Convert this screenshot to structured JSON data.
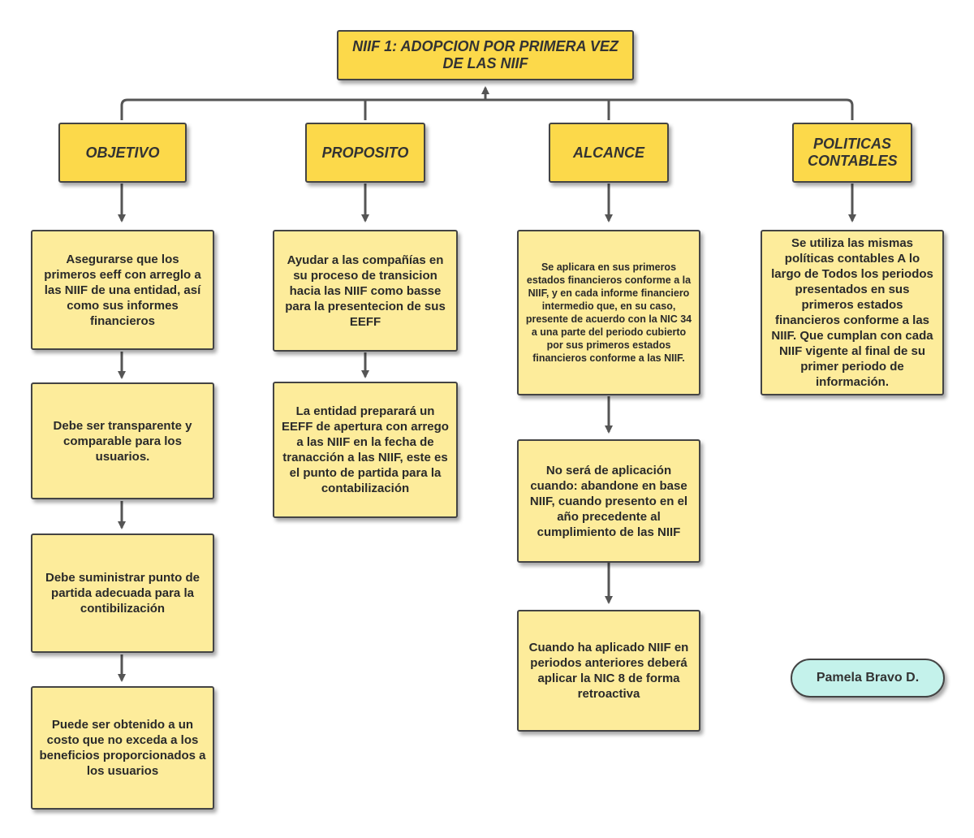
{
  "title": "NIIF 1: ADOPCION POR PRIMERA VEZ DE LAS NIIF",
  "columns": [
    {
      "heading": "OBJETIVO",
      "items": [
        "Asegurarse que los primeros eeff con arreglo a las NIIF de una entidad, así como sus informes financieros",
        "Debe ser transparente y comparable para los usuarios.",
        "Debe suministrar punto de partida adecuada para la contibilización",
        "Puede ser obtenido a un costo que no exceda a los beneficios proporcionados a los usuarios"
      ]
    },
    {
      "heading": "PROPOSITO",
      "items": [
        "Ayudar a las compañías en su proceso de transicion hacia las NIIF como basse para la presentecion de sus EEFF",
        "La entidad preparará un EEFF de apertura con arrego a las NIIF en la fecha de tranacción a las NIIF, este es el punto de partida para la contabilización"
      ]
    },
    {
      "heading": "ALCANCE",
      "items": [
        "Se aplicara en sus primeros estados financieros conforme a la NIIF, y en cada informe financiero intermedio que, en su caso, presente de acuerdo con la NIC 34 a una parte del periodo cubierto por sus primeros estados financieros conforme a las NIIF.",
        "No será de aplicación cuando: abandone en base NIIF, cuando presento en el año precedente al cumplimiento de las NIIF",
        "Cuando ha aplicado NIIF en periodos anteriores deberá aplicar la NIC 8 de forma retroactiva"
      ]
    },
    {
      "heading": "POLITICAS CONTABLES",
      "items": [
        "Se utiliza las mismas políticas contables A lo largo de Todos los periodos presentados en sus primeros estados financieros conforme a las NIIF. Que cumplan con cada NIIF vigente al final de su primer periodo de información."
      ]
    }
  ],
  "author": "Pamela Bravo D.",
  "colors": {
    "heading_fill": "#fcd94a",
    "content_fill": "#fdec9b",
    "author_fill": "#c4f2eb",
    "stroke": "#555555"
  }
}
